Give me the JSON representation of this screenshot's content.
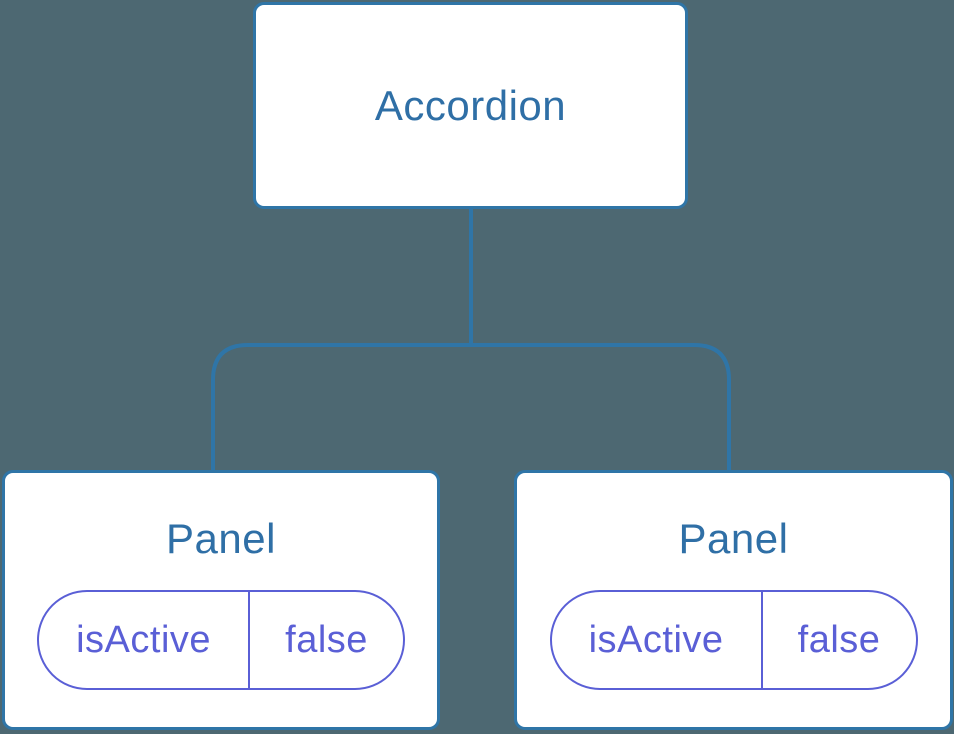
{
  "diagram": {
    "type": "component-tree",
    "colors": {
      "background": "#4d6872",
      "connector": "#2f75a7",
      "node_border": "#2f75a7",
      "node_fill": "#ffffff",
      "node_label": "#2f6fa6",
      "state": "#5a5fd6"
    },
    "root": {
      "label": "Accordion"
    },
    "children": [
      {
        "label": "Panel",
        "state": {
          "key": "isActive",
          "value": "false"
        }
      },
      {
        "label": "Panel",
        "state": {
          "key": "isActive",
          "value": "false"
        }
      }
    ]
  }
}
